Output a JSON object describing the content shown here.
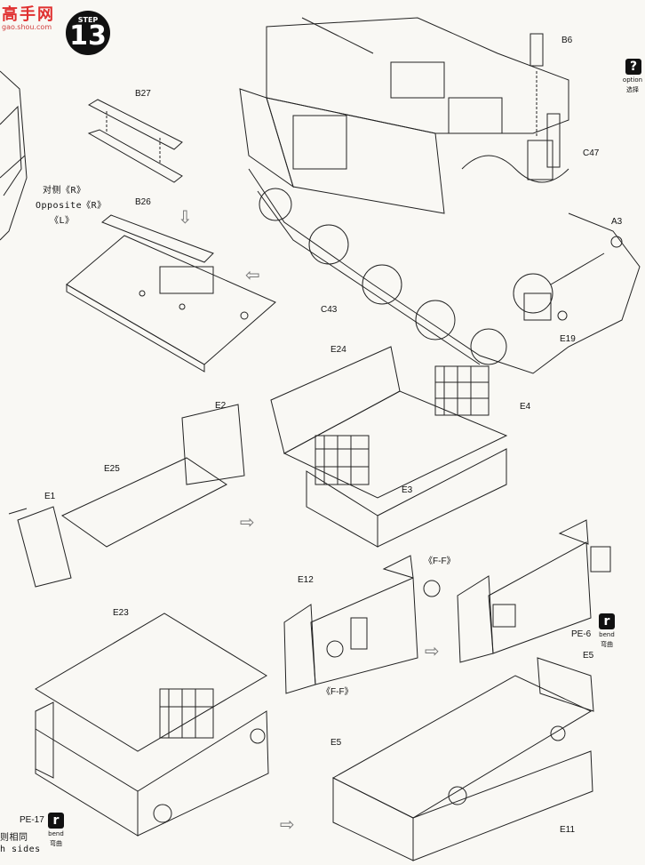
{
  "watermark": {
    "cn": "高手网",
    "url": "gao.shou.com"
  },
  "step": {
    "label": "STEP",
    "number": "13"
  },
  "labels": {
    "B6": "B6",
    "B27": "B27",
    "B26": "B26",
    "C47": "C47",
    "A3": "A3",
    "C43": "C43",
    "E19": "E19",
    "E24": "E24",
    "E4": "E4",
    "E2": "E2",
    "E25": "E25",
    "E3": "E3",
    "E1": "E1",
    "FF_top": "《F-F》",
    "E12": "E12",
    "FF_bottom": "《F-F》",
    "PE6": "PE-6",
    "E23": "E23",
    "E5_right": "E5",
    "E5_left": "E5",
    "E11": "E11",
    "PE17": "PE-17"
  },
  "notes": {
    "opposite_cn": "对侧《R》",
    "opposite_en": "Opposite《R》",
    "opposite_l": "《L》",
    "both_sides_cn": "则相同",
    "both_sides_en": "h sides"
  },
  "option": {
    "glyph": "?",
    "en": "option",
    "cn": "选择"
  },
  "bend_right": {
    "glyph": "r",
    "en": "bend",
    "cn": "弯曲"
  },
  "bend_left": {
    "glyph": "r",
    "en": "bend",
    "cn": "弯曲"
  }
}
